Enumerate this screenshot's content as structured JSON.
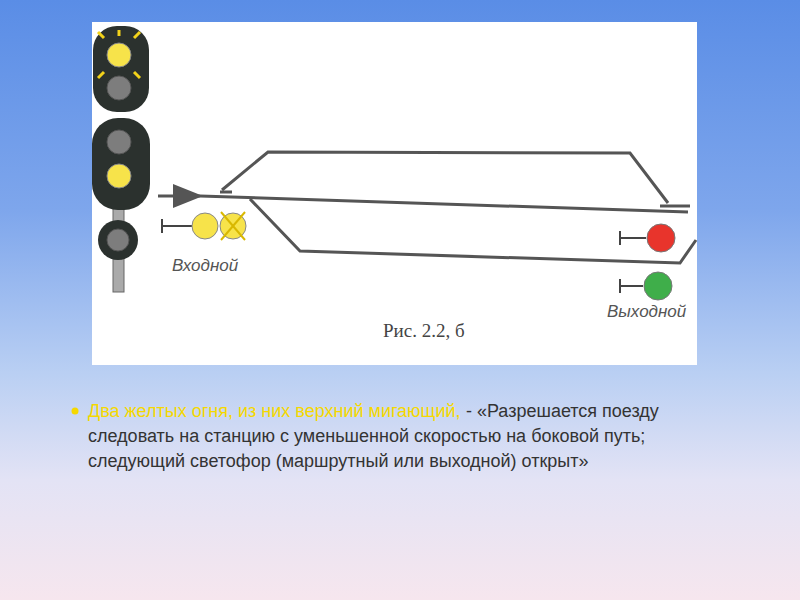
{
  "diagram": {
    "labels": [
      "Входной",
      "Выходной",
      "Рис. 2.2, б",
      "Два  желтых огня, из них верхний мигающий,",
      "- «Разрешается поезду следовать на станцию с уменьшенной скоростью на боковой путь; следующий светофор (маршрутный или выходной) открыт»"
    ]
  }
}
